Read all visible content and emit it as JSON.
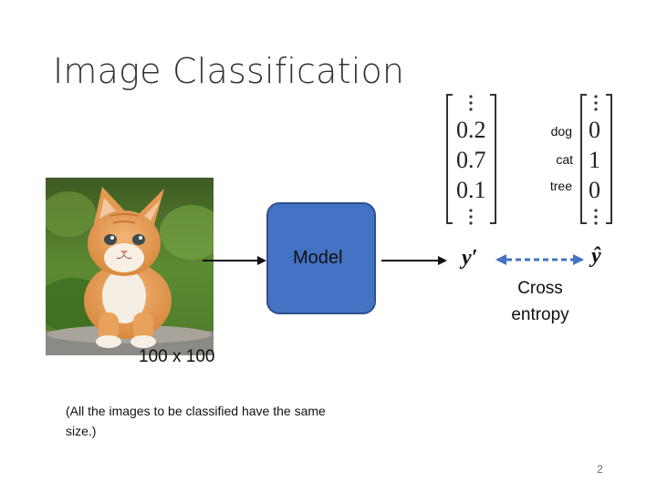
{
  "title": "Image Classification",
  "model": {
    "label": "Model"
  },
  "input": {
    "size_label": "100 x 100",
    "image_subject": "kitten photo"
  },
  "note": "(All the images to be classified have the same size.)",
  "prediction": {
    "symbol": "y′",
    "values": [
      "0.2",
      "0.7",
      "0.1"
    ]
  },
  "target": {
    "symbol": "ŷ",
    "values": [
      "0",
      "1",
      "0"
    ]
  },
  "classes": [
    "dog",
    "cat",
    "tree"
  ],
  "loss": {
    "label": "Cross entropy"
  },
  "page_number": "2",
  "colors": {
    "model_fill": "#4472c4",
    "model_border": "#2f528f",
    "dashed_arrow": "#4472c4"
  }
}
